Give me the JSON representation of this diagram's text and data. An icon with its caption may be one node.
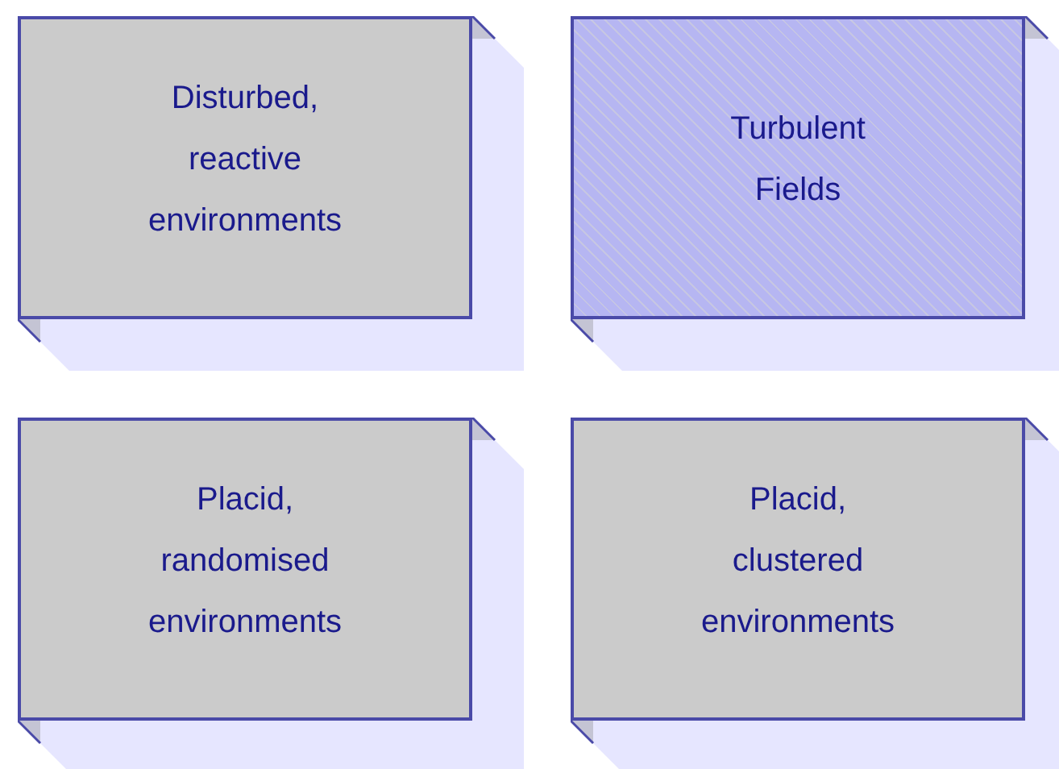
{
  "diagram": {
    "nodes": [
      {
        "text": [
          "Disturbed, reactive environments"
        ]
      },
      {
        "text": [
          "Turbulent Fields"
        ]
      },
      {
        "text": [
          "Placid, randomised environments"
        ]
      },
      {
        "text": [
          "Placid, clustered environments"
        ]
      }
    ]
  }
}
